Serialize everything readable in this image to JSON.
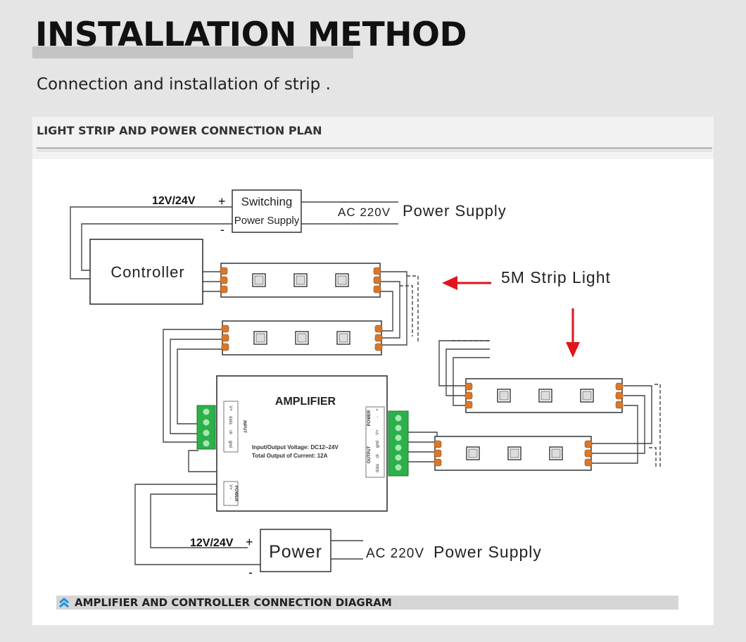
{
  "heading": "INSTALLATION METHOD",
  "subtitle": "Connection and installation of strip .",
  "panel_title": "LIGHT STRIP AND POWER CONNECTION PLAN",
  "diagram": {
    "top_voltage": "12V/24V",
    "plus": "+",
    "minus": "-",
    "switching_line1": "Switching",
    "switching_line2": "Power Supply",
    "ac_top": "AC 220V",
    "power_supply_top": "Power Supply",
    "controller": "Controller",
    "strip_label": "5M Strip Light",
    "amplifier_title": "AMPLIFIER",
    "amplifier_line1": "Input/Output Voltage: DC12~24V",
    "amplifier_line2": "Total Output of Current: 12A",
    "in_terminals": [
      "V+",
      "data",
      "ck",
      "gnd"
    ],
    "in_group": "INPUT",
    "power_terminals": [
      "V+",
      "-"
    ],
    "power_group": "POWER",
    "out_terminals": [
      "V+",
      "gnd",
      "ck",
      "data"
    ],
    "out_group": "OUTPUT",
    "bottom_power_terminals": [
      "+",
      "-"
    ],
    "bottom_power_group": "POWER",
    "bottom_voltage": "12V/24V",
    "power_box": "Power",
    "ac_bottom": "AC 220V",
    "power_supply_bottom": "Power Supply",
    "arrow_color": "#e0141c"
  },
  "footer_label": "AMPLIFIER AND CONTROLLER CONNECTION DIAGRAM",
  "footer_icon": "double-chevron-up-icon",
  "footer_icon_color": "#1d8fe0"
}
